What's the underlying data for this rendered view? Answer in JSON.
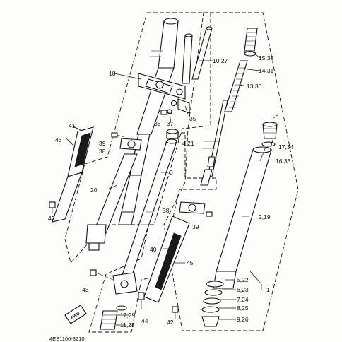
{
  "labels": {
    "l_18": "18",
    "l_10_27": "10,27",
    "l_15_32": "15,32",
    "l_14_31": "14,31",
    "l_13_30": "13,30",
    "l_35": "35",
    "l_36": "36",
    "l_37": "37",
    "l_41": "41",
    "l_46": "46",
    "l_39a": "39",
    "l_38a": "38",
    "l_4_21": "4,21",
    "l_17_34": "17,34",
    "l_16_33": "16,33",
    "l_3": "3",
    "l_20": "20",
    "l_42a": "42",
    "l_38b": "38",
    "l_39b": "39",
    "l_2_19": "2,19",
    "l_40": "40",
    "l_45": "45",
    "l_5_22": "5,22",
    "l_6_23": "6,23",
    "l_7_24": "7,24",
    "l_8_25": "8,25",
    "l_9_26": "9,26",
    "l_1": "1",
    "l_43": "43",
    "l_12_29": "12,29",
    "l_11_28": "11,28",
    "l_44": "44",
    "l_42b": "42"
  },
  "drawing_code": "4ES1100-3210",
  "fwd_mark": "FWD"
}
